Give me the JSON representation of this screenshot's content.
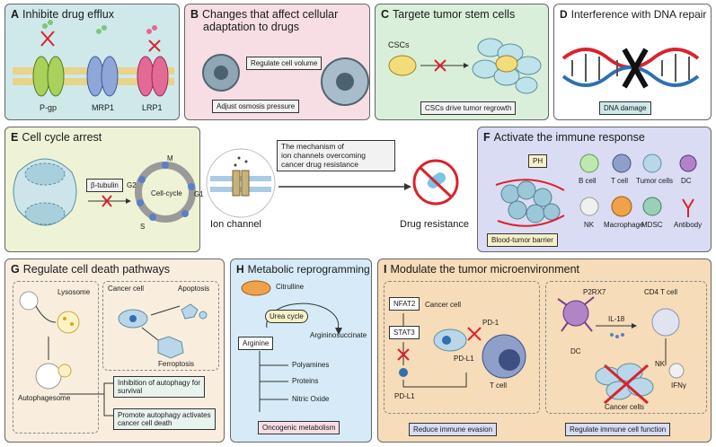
{
  "panel_a": {
    "letter": "A",
    "title": "Inhibite drug efflux",
    "labels": [
      "P-gp",
      "MRP1",
      "LRP1"
    ]
  },
  "panel_b": {
    "letter": "B",
    "title_line1": "Changes that affect cellular",
    "title_line2": "adaptation to drugs",
    "box1": "Regulate cell volume",
    "box2": "Adjust osmosis pressure"
  },
  "panel_c": {
    "letter": "C",
    "title": "Targete tumor stem cells",
    "label": "CSCs",
    "box": "CSCs drive tumor regrowth"
  },
  "panel_d": {
    "letter": "D",
    "title": "Interference with DNA repair",
    "box": "DNA damage"
  },
  "panel_e": {
    "letter": "E",
    "title": "Cell cycle arrest",
    "tubulin": "β-tubulin",
    "cycle": "Cell-cycle",
    "phases": [
      "M",
      "G2",
      "G1",
      "S"
    ]
  },
  "center": {
    "mechanism_line1": "The mechanism of",
    "mechanism_line2": "ion channels overcoming",
    "mechanism_line3": "cancer drug resistance",
    "ion_channel": "Ion channel",
    "drug_resistance": "Drug resistance"
  },
  "panel_f": {
    "letter": "F",
    "title": "Activate the immune response",
    "ph": "PH",
    "barrier": "Blood-tumor barrier",
    "cells_row1": [
      "B cell",
      "T cell",
      "Tumor cells",
      "DC"
    ],
    "cells_row2": [
      "NK",
      "Macrophage",
      "MDSC",
      "Antibody"
    ]
  },
  "panel_g": {
    "letter": "G",
    "title": "Regulate cell death pathways",
    "lysosome": "Lysosome",
    "autophagesome": "Autophagesome",
    "cancer_cell": "Cancer cell",
    "apoptosis": "Apoptosis",
    "ferroptosis": "Ferroptosis",
    "box1_line1": "Inhibition of autophagy for",
    "box1_line2": "survival",
    "box2_line1": "Promote autophagy activates",
    "box2_line2": "cancer cell death"
  },
  "panel_h": {
    "letter": "H",
    "title": "Metabolic reprogramming",
    "citrulline": "Citrulline",
    "urea": "Urea cycle",
    "argininosuccinate": "Argininosuccinate",
    "arginine": "Arginine",
    "polyamines": "Polyamines",
    "proteins": "Proteins",
    "nitric": "Nitric Oxide",
    "box": "Oncogenic metabolism"
  },
  "panel_i": {
    "letter": "I",
    "title": "Modulate the tumor microenvironment",
    "nfat2": "NFAT2",
    "stat3": "STAT3",
    "pdl1_a": "PD-L1",
    "cancer_cell": "Cancer cell",
    "pd1": "PD-1",
    "pdl1_b": "PD-L1",
    "tcell": "T cell",
    "p2rx7": "P2RX7",
    "cd4": "CD4 T cell",
    "il18": "IL-18",
    "dc": "DC",
    "nk": "NK",
    "ifn": "IFNγ",
    "cancer_cells": "Cancer cells",
    "box1": "Reduce immune evasion",
    "box2": "Regulate immune cell function"
  },
  "colors": {
    "a_bg": "#cfe9ea",
    "b_bg": "#f7dde4",
    "c_bg": "#d9efd9",
    "d_bg": "#ffffff",
    "e_bg": "#eef3d6",
    "f_bg": "#d9dcf3",
    "g_bg": "#f9eede",
    "h_bg": "#d6ebf7",
    "i_bg": "#f6dcb8",
    "red": "#d9232e"
  }
}
